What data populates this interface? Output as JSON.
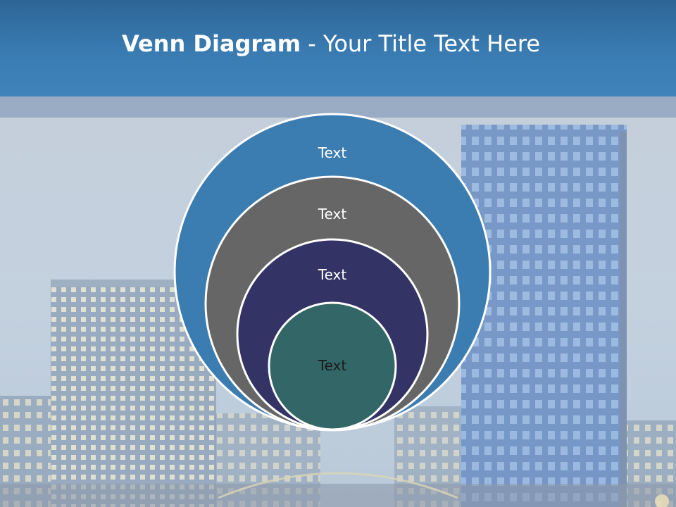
{
  "title": {
    "bold": "Venn Diagram",
    "rest": " - Your Title Text Here"
  },
  "colors": {
    "header": "#3a7cb2",
    "band": "#9aabc4",
    "ring1": "#3b7db1",
    "ring2": "#666666",
    "ring3": "#333366",
    "ring4": "#336666",
    "outline": "#ffffff"
  },
  "diagram": {
    "rings": [
      {
        "label": "Text"
      },
      {
        "label": "Text"
      },
      {
        "label": "Text"
      },
      {
        "label": "Text"
      }
    ]
  },
  "background": {
    "description_icon": "city-skyline-image"
  }
}
